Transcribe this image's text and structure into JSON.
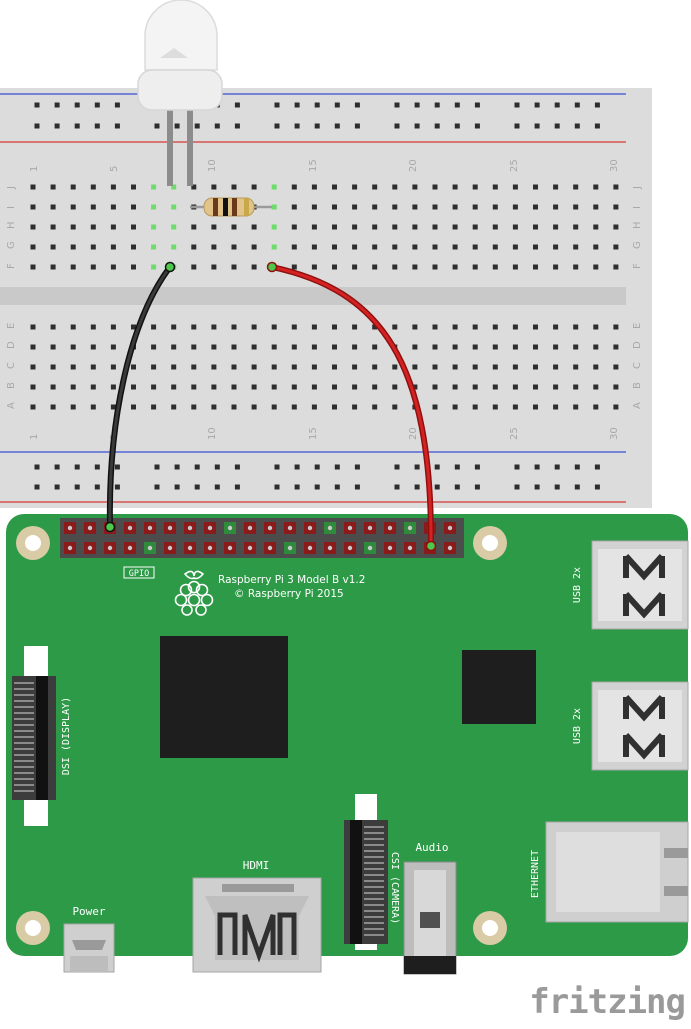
{
  "breadboard": {
    "column_numbers": [
      "1",
      "5",
      "10",
      "15",
      "20",
      "25",
      "30"
    ],
    "row_letters_top": [
      "J",
      "I",
      "H",
      "G",
      "F"
    ],
    "row_letters_bottom": [
      "E",
      "D",
      "C",
      "B",
      "A"
    ]
  },
  "board": {
    "title": "Raspberry Pi 3 Model B v1.2",
    "copyright": "© Raspberry Pi 2015",
    "gpio_label": "GPIO",
    "labels": {
      "dsi": "DSI (DISPLAY)",
      "csi": "CSI (CAMERA)",
      "usb_top": "USB 2x",
      "usb_bottom": "USB 2x",
      "ethernet": "ETHERNET",
      "hdmi": "HDMI",
      "audio": "Audio",
      "power": "Power"
    }
  },
  "watermark": "fritzing",
  "colors": {
    "board_green": "#2c9a46",
    "breadboard": "#dadada",
    "wire_black": "#1c1c1c",
    "wire_red": "#cc1f1f",
    "pin_red": "#8b1a1a",
    "pin_green": "#2f8a3c",
    "highlight": "#6ddc6a"
  },
  "components": {
    "led": "led-clear",
    "resistor": "resistor-brown-black-brown-gold"
  }
}
